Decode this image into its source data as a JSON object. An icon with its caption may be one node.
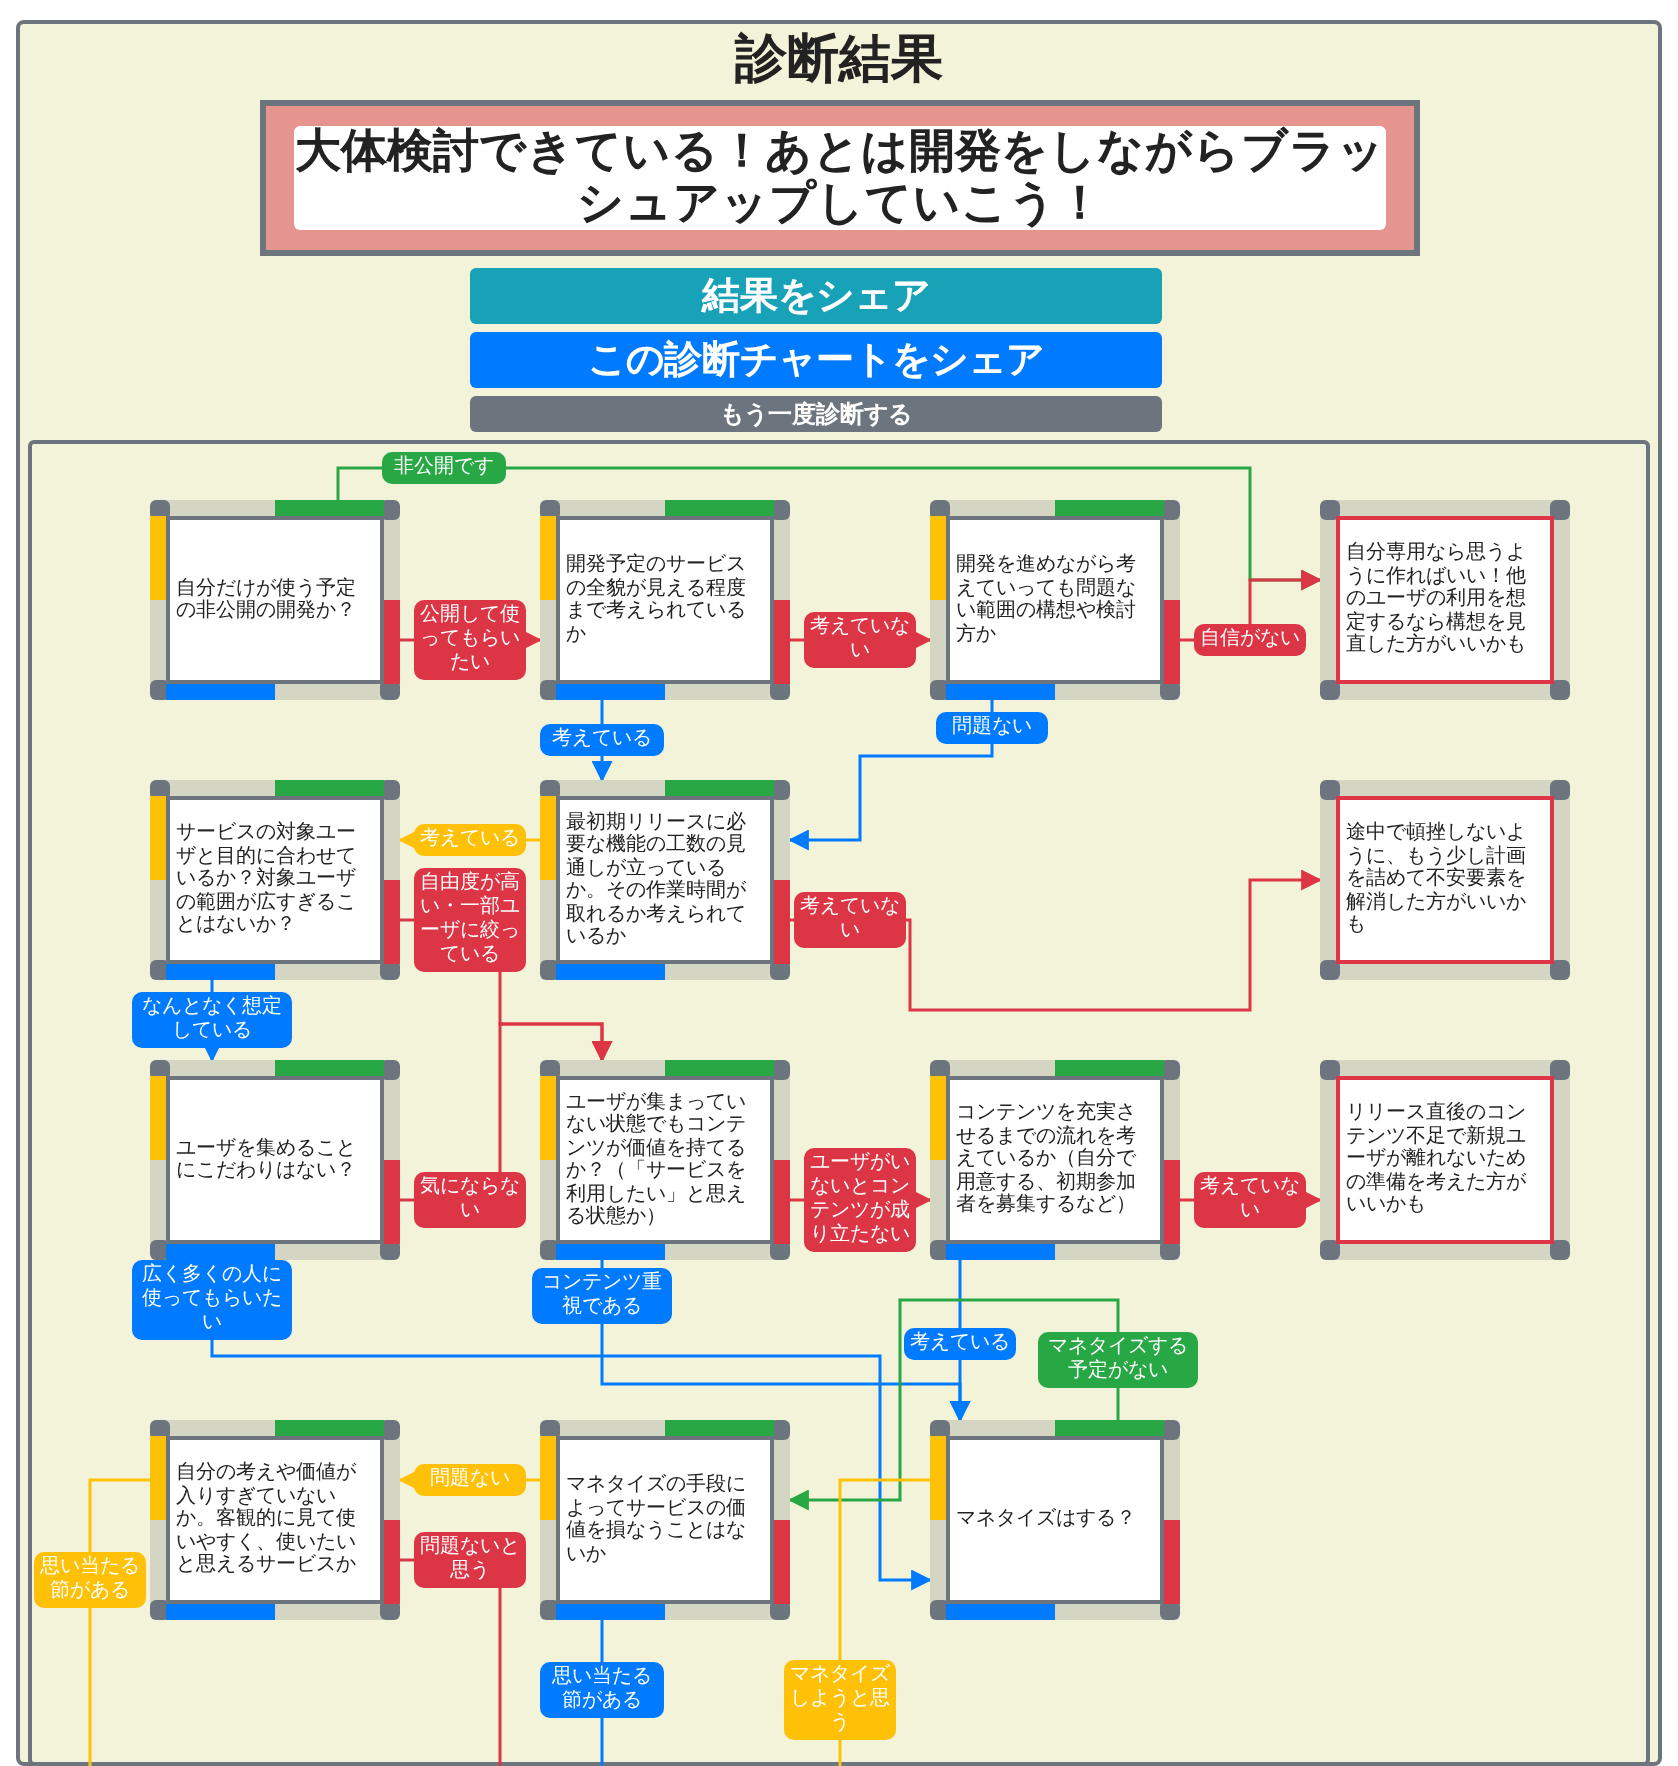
{
  "diagram": {
    "title": "診断結果",
    "nodes": [
      {
        "text": [
          "大体検討できている！あとは開発をしながらブラッシュアップしていこう！"
        ]
      },
      {
        "text": [
          "自分だけが使う予定の非公開の開発か？"
        ]
      },
      {
        "text": [
          "開発予定のサービスの全貌が見える程度まで考えられているか"
        ]
      },
      {
        "text": [
          "開発を進めながら考えていっても問題ない範囲の構想や検討方か"
        ]
      },
      {
        "text": [
          "自分専用なら思うように作ればいい！他のユーザの利用を想定するなら構想を見直した方がいいかも"
        ]
      },
      {
        "text": [
          "サービスの対象ユーザと目的に合わせているか？対象ユーザの範囲が広すぎることはないか？"
        ]
      },
      {
        "text": [
          "最初期リリースに必要な機能の工数の見通しが立っているか。その作業時間が取れるか考えられているか"
        ]
      },
      {
        "text": [
          "途中で頓挫しないように、もう少し計画を詰めて不安要素を解消した方がいいかも"
        ]
      },
      {
        "text": [
          "ユーザを集めることにこだわりはない？"
        ]
      },
      {
        "text": [
          "ユーザが集まっていない状態でもコンテンツが価値を持てるか？（「サービスを利用したい」と思える状態か）"
        ]
      },
      {
        "text": [
          "コンテンツを充実させるまでの流れを考えているか（自分で用意する、初期参加者を募集するなど）"
        ]
      },
      {
        "text": [
          "リリース直後のコンテンツ不足で新規ユーザが離れないための準備を考えた方がいいかも"
        ]
      },
      {
        "text": [
          "自分の考えや価値が入りすぎていないか。客観的に見て使いやすく、使いたいと思えるサービスか"
        ]
      },
      {
        "text": [
          "マネタイズの手段によってサービスの価値を損なうことはないか"
        ]
      },
      {
        "text": [
          "マネタイズはする？"
        ]
      }
    ],
    "edges": [
      {
        "from": 1,
        "to": 4,
        "arrow": "to",
        "label": "非公開です",
        "color": "#28a745"
      },
      {
        "from": 1,
        "to": 2,
        "arrow": "to",
        "label": "公開して使ってもらいたい"
      },
      {
        "from": 2,
        "to": 3,
        "arrow": "to",
        "label": "考えていない"
      },
      {
        "from": 2,
        "to": 6,
        "arrow": "to",
        "label": "考えている",
        "color": "#007bff"
      },
      {
        "from": 3,
        "to": 4,
        "arrow": "to",
        "label": "自信がない"
      },
      {
        "from": 3,
        "to": 6,
        "arrow": "to",
        "label": "問題ない",
        "color": "#007bff"
      },
      {
        "from": 6,
        "to": 5,
        "arrow": "to",
        "label": "考えている",
        "color": "#ffc107"
      },
      {
        "from": 6,
        "to": 7,
        "arrow": "to",
        "label": "考えていない"
      },
      {
        "from": 5,
        "to": 9,
        "arrow": "to",
        "label": "自由度が高い・一部ユーザに絞っている"
      },
      {
        "from": 5,
        "to": 8,
        "arrow": "to",
        "label": "なんとなく想定している",
        "color": "#007bff"
      },
      {
        "from": 8,
        "to": 9,
        "arrow": "to",
        "label": "気にならない"
      },
      {
        "from": 9,
        "to": 10,
        "arrow": "to",
        "label": "ユーザがいないとコンテンツが成り立たない"
      },
      {
        "from": 10,
        "to": 11,
        "arrow": "to",
        "label": "考えていない"
      },
      {
        "from": 8,
        "to": 14,
        "arrow": "to",
        "label": "広く多くの人に使ってもらいたい",
        "color": "#007bff"
      },
      {
        "from": 9,
        "to": 14,
        "arrow": "to",
        "label": "コンテンツ重視である",
        "color": "#007bff"
      },
      {
        "from": 10,
        "to": 14,
        "arrow": "to",
        "label": "考えている",
        "color": "#007bff"
      },
      {
        "from": 14,
        "to": 13,
        "arrow": "to",
        "label": "マネタイズする予定がない",
        "color": "#28a745"
      },
      {
        "from": 14,
        "to": null,
        "arrow": "none",
        "label": "マネタイズしようと思う",
        "color": "#ffc107"
      },
      {
        "from": 13,
        "to": 12,
        "arrow": "to",
        "label": "問題ない",
        "color": "#ffc107"
      },
      {
        "from": 13,
        "to": null,
        "arrow": "none",
        "label": "思い当たる節がある",
        "color": "#007bff"
      },
      {
        "from": 12,
        "to": null,
        "arrow": "none",
        "label": "思い当たる節がある",
        "color": "#ffc107"
      },
      {
        "from": 12,
        "to": null,
        "arrow": "none",
        "label": "問題ないと思う"
      }
    ],
    "labels": [
      "結果をシェア",
      "この診断チャートをシェア",
      "もう一度診断する"
    ]
  }
}
